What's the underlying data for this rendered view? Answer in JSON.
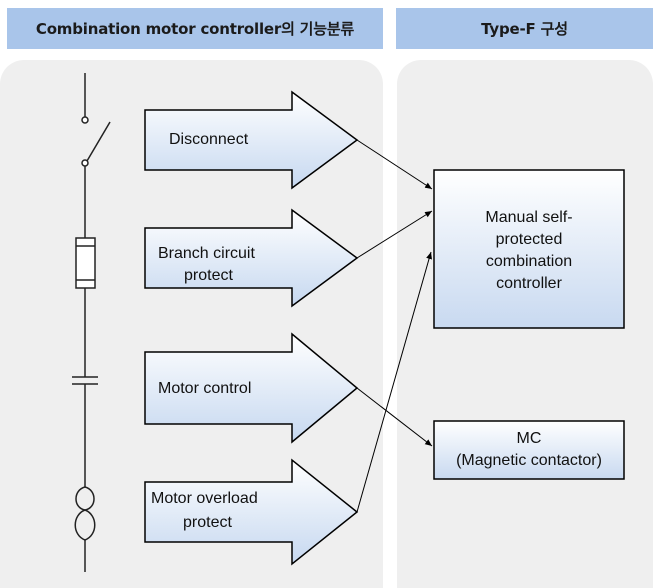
{
  "headers": {
    "left": "Combination motor controller의 기능분류",
    "right": "Type-F 구성"
  },
  "functions": {
    "disconnect": "Disconnect",
    "branch_line1": "Branch circuit",
    "branch_line2": "protect",
    "motor_control": "Motor control",
    "overload_line1": "Motor overload",
    "overload_line2": "protect"
  },
  "components": {
    "manual_line1": "Manual self-",
    "manual_line2": "protected",
    "manual_line3": "combination",
    "manual_line4": "controller",
    "mc_line1": "MC",
    "mc_line2": "(Magnetic contactor)"
  },
  "colors": {
    "header_bg": "#a9c5ea",
    "panel_bg": "#efefef",
    "arrow_fill_top": "#ffffff",
    "arrow_fill_bottom": "#c6d8f0"
  }
}
